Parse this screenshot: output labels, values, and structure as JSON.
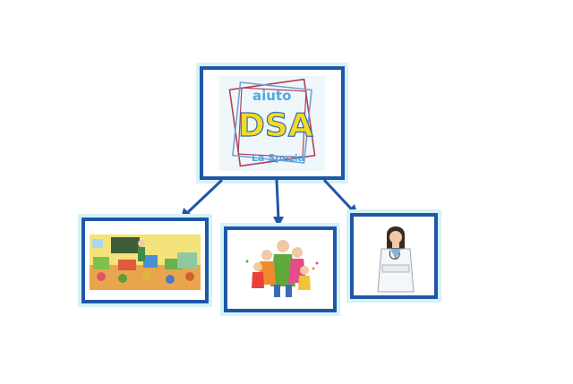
{
  "logo": {
    "line1": "aiuto",
    "line2": "DSA",
    "line3": "La Spezia"
  },
  "nodes": [
    {
      "id": "classroom",
      "icon": "classroom-illustration-icon"
    },
    {
      "id": "family",
      "icon": "family-illustration-icon"
    },
    {
      "id": "doctor",
      "icon": "doctor-illustration-icon"
    }
  ],
  "colors": {
    "frame": "#1f56a8",
    "logo_text": "#4fa9e0",
    "logo_dsa": "#f2dc1f",
    "logo_square_red": "#b5405a",
    "logo_square_blue": "#6fa3d6"
  }
}
